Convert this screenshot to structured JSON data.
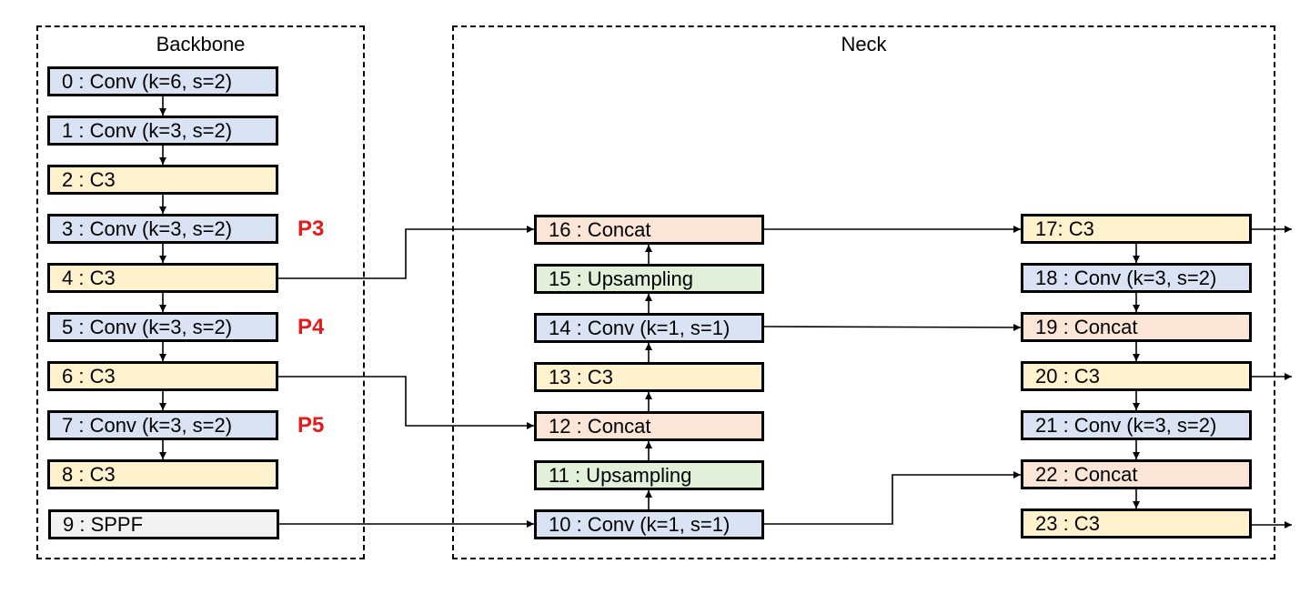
{
  "groups": {
    "backbone": "Backbone",
    "neck": "Neck"
  },
  "nodes": {
    "n0": "0 : Conv (k=6, s=2)",
    "n1": "1 : Conv (k=3, s=2)",
    "n2": "2 : C3",
    "n3": "3 : Conv (k=3, s=2)",
    "n4": "4 : C3",
    "n5": "5 : Conv (k=3, s=2)",
    "n6": "6 : C3",
    "n7": "7 : Conv (k=3, s=2)",
    "n8": "8 : C3",
    "n9": "9 : SPPF",
    "n10": "10 : Conv (k=1, s=1)",
    "n11": "11 : Upsampling",
    "n12": "12 : Concat",
    "n13": "13 : C3",
    "n14": "14 : Conv (k=1, s=1)",
    "n15": "15 : Upsampling",
    "n16": "16 : Concat",
    "n17": "17: C3",
    "n18": "18 : Conv (k=3, s=2)",
    "n19": "19 : Concat",
    "n20": "20 : C3",
    "n21": "21 : Conv (k=3, s=2)",
    "n22": "22 : Concat",
    "n23": "23 : C3"
  },
  "labels": {
    "p3": "P3",
    "p4": "P4",
    "p5": "P5"
  },
  "colors": {
    "conv": "#dae3f3",
    "c3": "#fff2cc",
    "concat": "#fbe5d6",
    "upsampling": "#e2f0d9",
    "sppf": "#f2f2f2",
    "level_label": "#e41a1c"
  }
}
